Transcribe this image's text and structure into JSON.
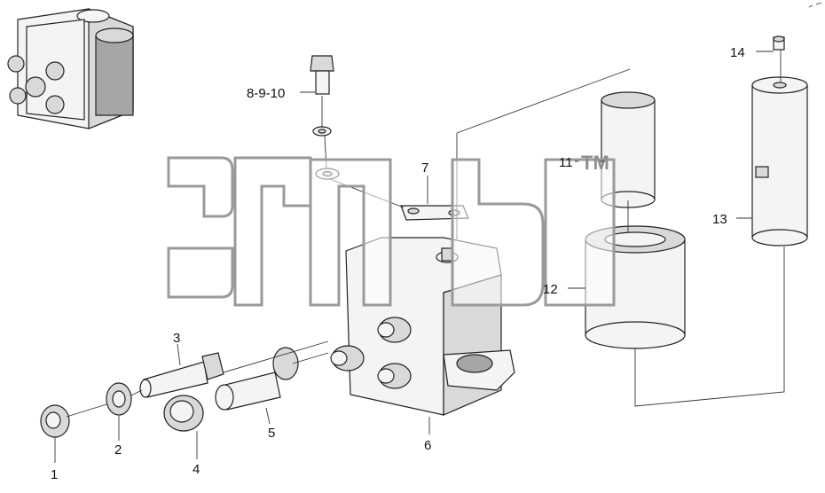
{
  "diagram": {
    "watermark_tm": "TM",
    "callouts": [
      {
        "id": "1",
        "text": "1"
      },
      {
        "id": "2",
        "text": "2"
      },
      {
        "id": "3",
        "text": "3"
      },
      {
        "id": "4",
        "text": "4"
      },
      {
        "id": "5",
        "text": "5"
      },
      {
        "id": "6",
        "text": "6"
      },
      {
        "id": "7",
        "text": "7"
      },
      {
        "id": "8",
        "text": "8-9-10"
      },
      {
        "id": "11",
        "text": "11"
      },
      {
        "id": "12",
        "text": "12"
      },
      {
        "id": "13",
        "text": "13"
      },
      {
        "id": "14",
        "text": "14"
      }
    ]
  }
}
